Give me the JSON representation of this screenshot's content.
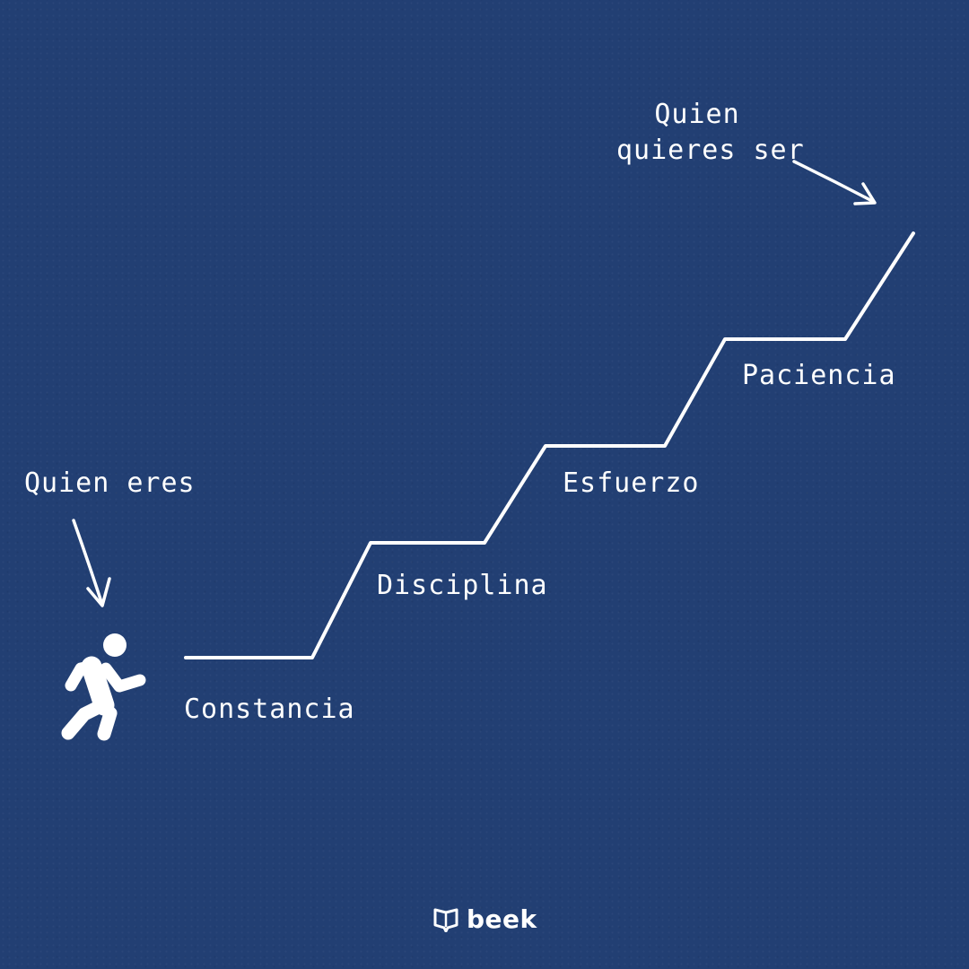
{
  "labels": {
    "start": "Quien eres",
    "goal_line1": "Quien",
    "goal_line2": "quieres ser"
  },
  "steps": [
    {
      "label": "Constancia"
    },
    {
      "label": "Disciplina"
    },
    {
      "label": "Esfuerzo"
    },
    {
      "label": "Paciencia"
    }
  ],
  "brand": {
    "name": "beek"
  },
  "colors": {
    "background": "#223f73",
    "foreground": "#ffffff"
  },
  "icons": {
    "person": "walking-person-icon",
    "brand": "book-icon"
  }
}
